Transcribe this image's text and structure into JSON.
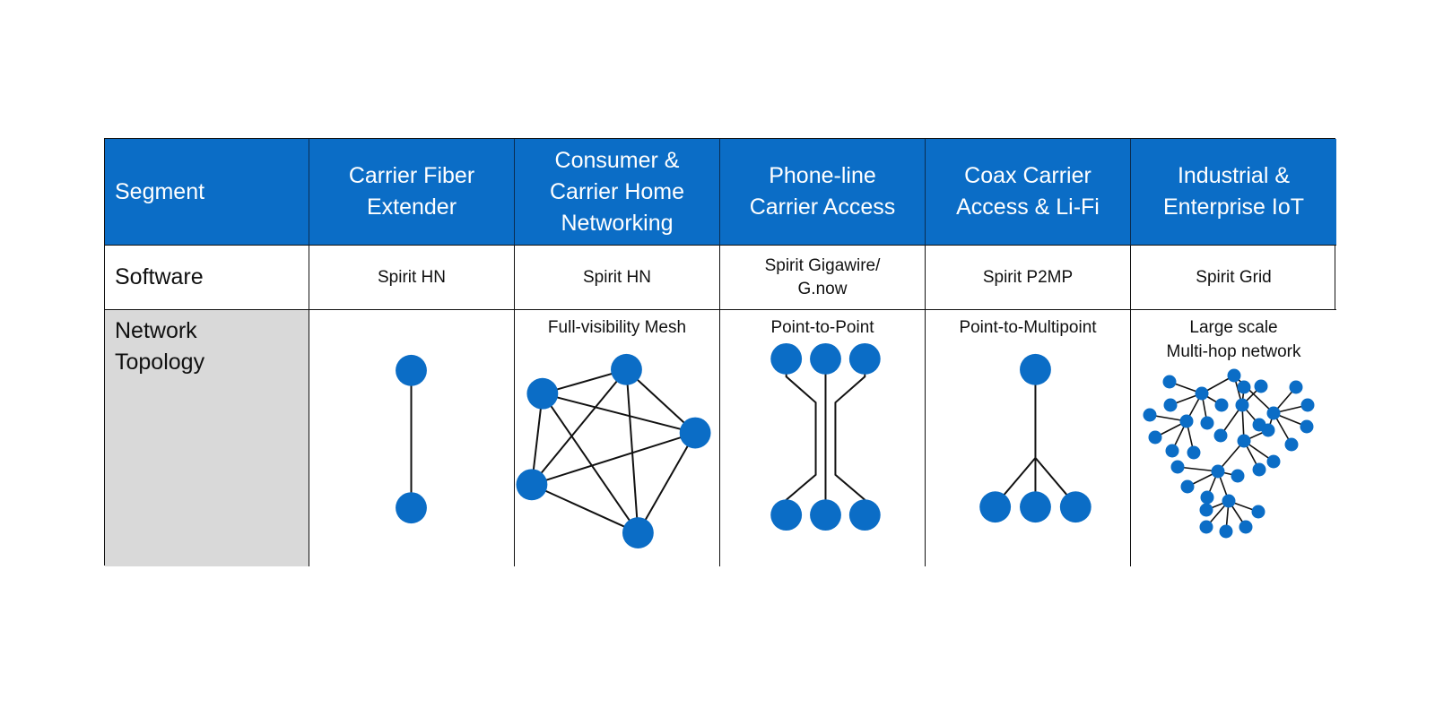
{
  "table": {
    "header": [
      "Segment",
      "Carrier Fiber\nExtender",
      "Consumer &\nCarrier Home\nNetworking",
      "Phone-line\nCarrier Access",
      "Coax Carrier\nAccess & Li-Fi",
      "Industrial &\nEnterprise IoT"
    ],
    "software_row": {
      "label": "Software",
      "values": [
        "Spirit HN",
        "Spirit HN",
        "Spirit Gigawire/\nG.now",
        "Spirit P2MP",
        "Spirit Grid"
      ]
    },
    "topology_row": {
      "label": "Network\nTopology",
      "captions": [
        "",
        "Full-visibility Mesh",
        "Point-to-Point",
        "Point-to-Multipoint",
        "Large scale\nMulti-hop network"
      ]
    }
  },
  "colors": {
    "header_bg": "#0b6dc6",
    "node": "#0b6dc6",
    "label_column_bg": "#d9d9d9"
  }
}
